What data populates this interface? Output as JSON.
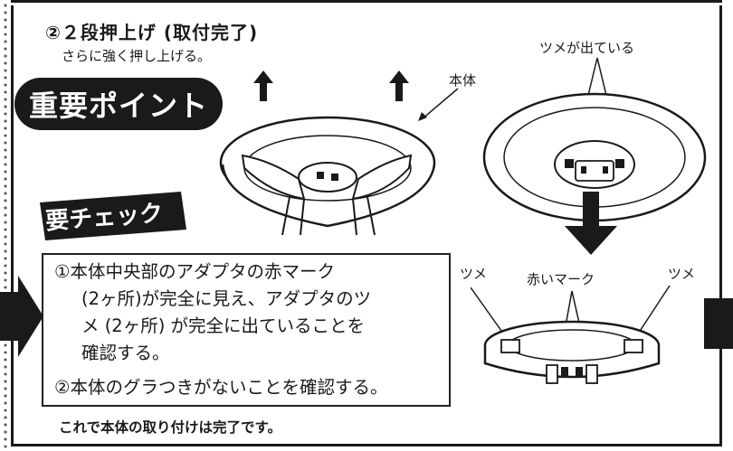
{
  "step": {
    "title": "②２段押上げ (取付完了)",
    "instruction": "さらに強く押し上げる。"
  },
  "labels": {
    "body": "本体",
    "claws_out": "ツメが出ている",
    "claw_left": "ツメ",
    "claw_right": "ツメ",
    "red_mark": "赤いマーク"
  },
  "badges": {
    "important_point": "重要ポイント",
    "check": "要チェック"
  },
  "checklist": {
    "item1_line1": "①本体中央部のアダプタの赤マーク",
    "item1_line2": "(2ヶ所)が完全に見え、アダプタのツ",
    "item1_line3": "メ (2ヶ所) が完全に出ていることを",
    "item1_line4": "確認する。",
    "item2": "②本体のグラつきがないことを確認する。"
  },
  "footer": "これで本体の取り付けは完了です。",
  "colors": {
    "ink": "#1a1a1a",
    "background": "#ffffff"
  },
  "icons": [
    "up-arrow-icon",
    "down-arrow-icon",
    "right-arrow-icon"
  ]
}
